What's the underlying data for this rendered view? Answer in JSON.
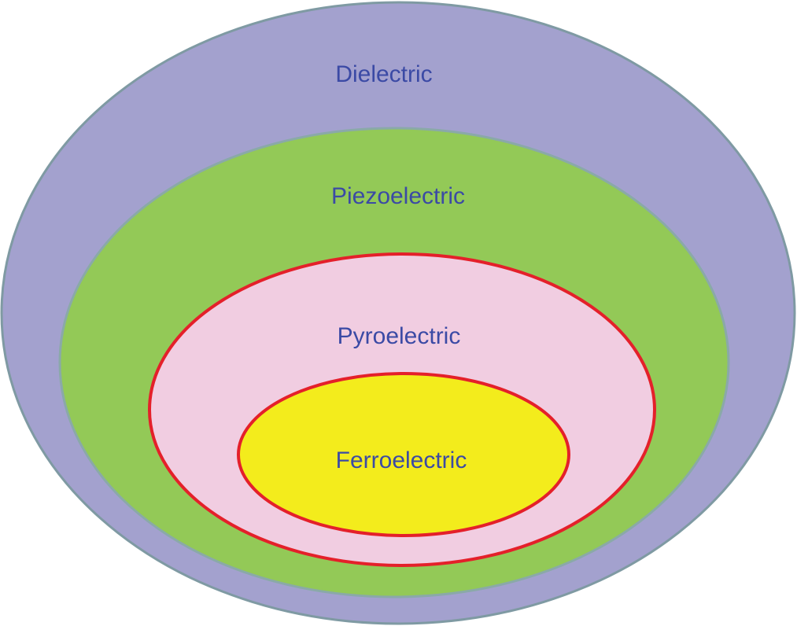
{
  "diagram": {
    "title": "Classes of dielectric materials",
    "levels": [
      {
        "label": "Dielectric",
        "fill": "#a3a1ce",
        "stroke": "#7f9aa3"
      },
      {
        "label": "Piezoelectric",
        "fill": "#93c957",
        "stroke": "#8aa9a8"
      },
      {
        "label": "Pyroelectric",
        "fill": "#f1cde1",
        "stroke": "#e4202a"
      },
      {
        "label": "Ferroelectric",
        "fill": "#f3ec1c",
        "stroke": "#e4202a"
      }
    ],
    "text_color": "#3b4aa5"
  }
}
